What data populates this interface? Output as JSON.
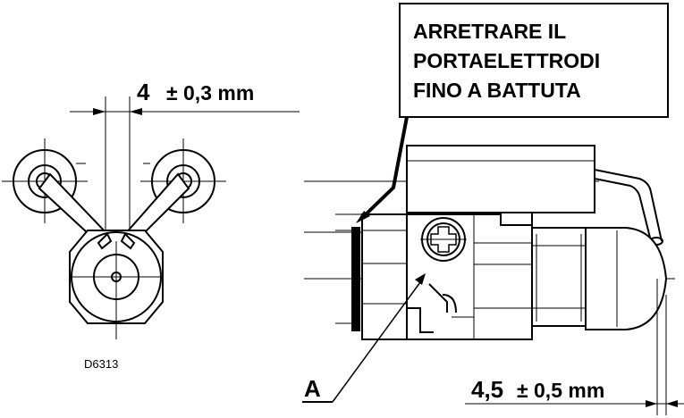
{
  "callout": {
    "lines": [
      "ARRETRARE IL",
      "PORTAELETTRODI",
      "FINO A BATTUTA"
    ]
  },
  "dim_gap": {
    "value": "4",
    "tolerance": "± 0,3 mm"
  },
  "dim_offset": {
    "value": "4,5",
    "tolerance": "± 0,5 mm"
  },
  "drawing_code": "D6313",
  "marker_label": "A",
  "colors": {
    "ink": "#000000",
    "paper": "#ffffff"
  }
}
